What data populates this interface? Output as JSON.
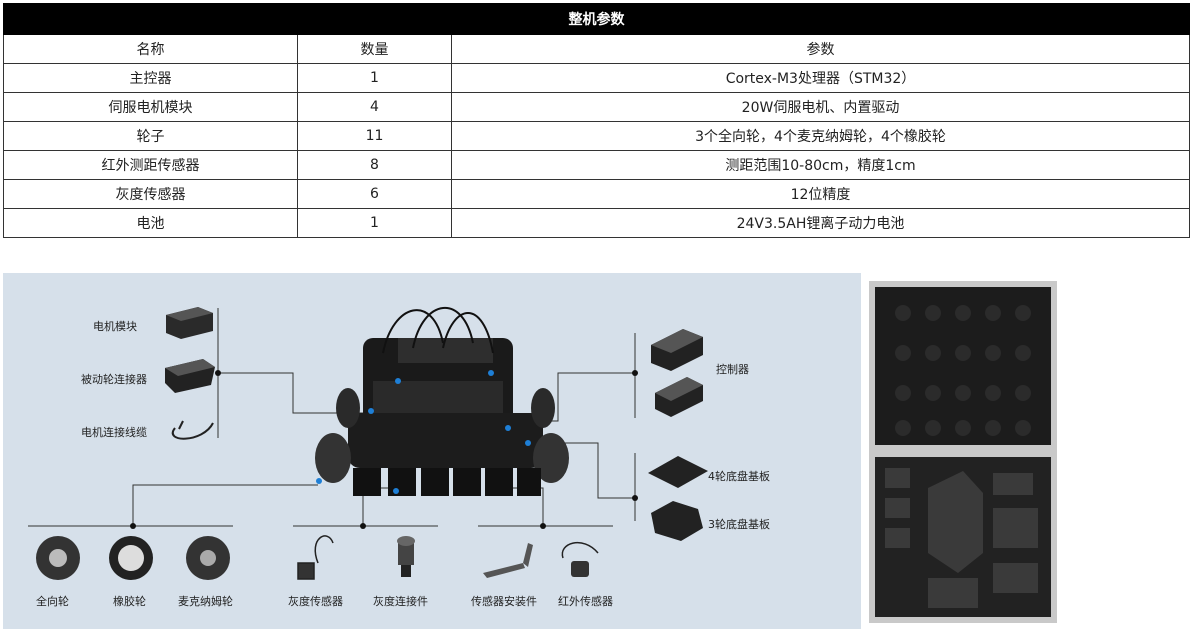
{
  "spec_table": {
    "title": "整机参数",
    "headers": [
      "名称",
      "数量",
      "参数"
    ],
    "rows": [
      [
        "主控器",
        "1",
        "Cortex-M3处理器（STM32）"
      ],
      [
        "伺服电机模块",
        "4",
        "20W伺服电机、内置驱动"
      ],
      [
        "轮子",
        "11",
        "3个全向轮，4个麦克纳姆轮，4个橡胶轮"
      ],
      [
        "红外测距传感器",
        "8",
        "测距范围10-80cm，精度1cm"
      ],
      [
        "灰度传感器",
        "6",
        "12位精度"
      ],
      [
        "电池",
        "1",
        "24V3.5AH锂离子动力电池"
      ]
    ]
  },
  "diagram": {
    "labels": {
      "motor_module": "电机模块",
      "passive_wheel_connector": "被动轮连接器",
      "motor_cable": "电机连接线缆",
      "controller": "控制器",
      "chassis_4": "4轮底盘基板",
      "chassis_3": "3轮底盘基板",
      "omni_wheel": "全向轮",
      "rubber_wheel": "橡胶轮",
      "mecanum_wheel": "麦克纳姆轮",
      "gray_sensor": "灰度传感器",
      "gray_connector": "灰度连接件",
      "sensor_mount": "传感器安装件",
      "ir_sensor": "红外传感器"
    }
  }
}
